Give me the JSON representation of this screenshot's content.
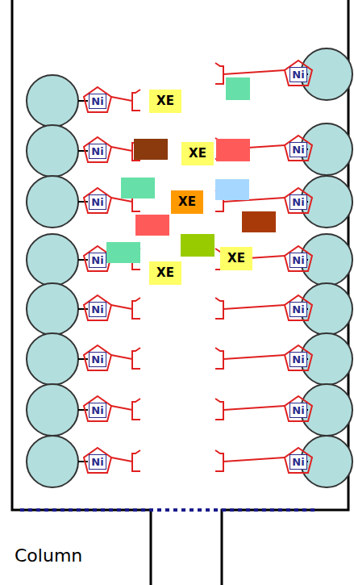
{
  "diagram": {
    "nodes": [
      {
        "text": [
          "Ni"
        ]
      },
      {
        "text": [
          "Ni"
        ]
      },
      {
        "text": [
          "XE"
        ]
      },
      {
        "text": [
          "Ni"
        ]
      },
      {
        "text": [
          "XE"
        ]
      },
      {
        "text": [
          "Ni"
        ]
      },
      {
        "text": [
          "Ni"
        ]
      },
      {
        "text": [
          "XE"
        ]
      },
      {
        "text": [
          "Ni"
        ]
      },
      {
        "text": [
          "Ni"
        ]
      },
      {
        "text": [
          "XE"
        ]
      },
      {
        "text": [
          "XE"
        ]
      },
      {
        "text": [
          "Ni"
        ]
      },
      {
        "text": [
          "Ni"
        ]
      },
      {
        "text": [
          "Ni"
        ]
      },
      {
        "text": [
          "Ni"
        ]
      },
      {
        "text": [
          "Ni"
        ]
      },
      {
        "text": [
          "Ni"
        ]
      },
      {
        "text": [
          "Ni"
        ]
      },
      {
        "text": [
          "Ni"
        ]
      },
      {
        "text": [
          "Ni"
        ]
      }
    ],
    "labels": [
      "Column"
    ]
  }
}
